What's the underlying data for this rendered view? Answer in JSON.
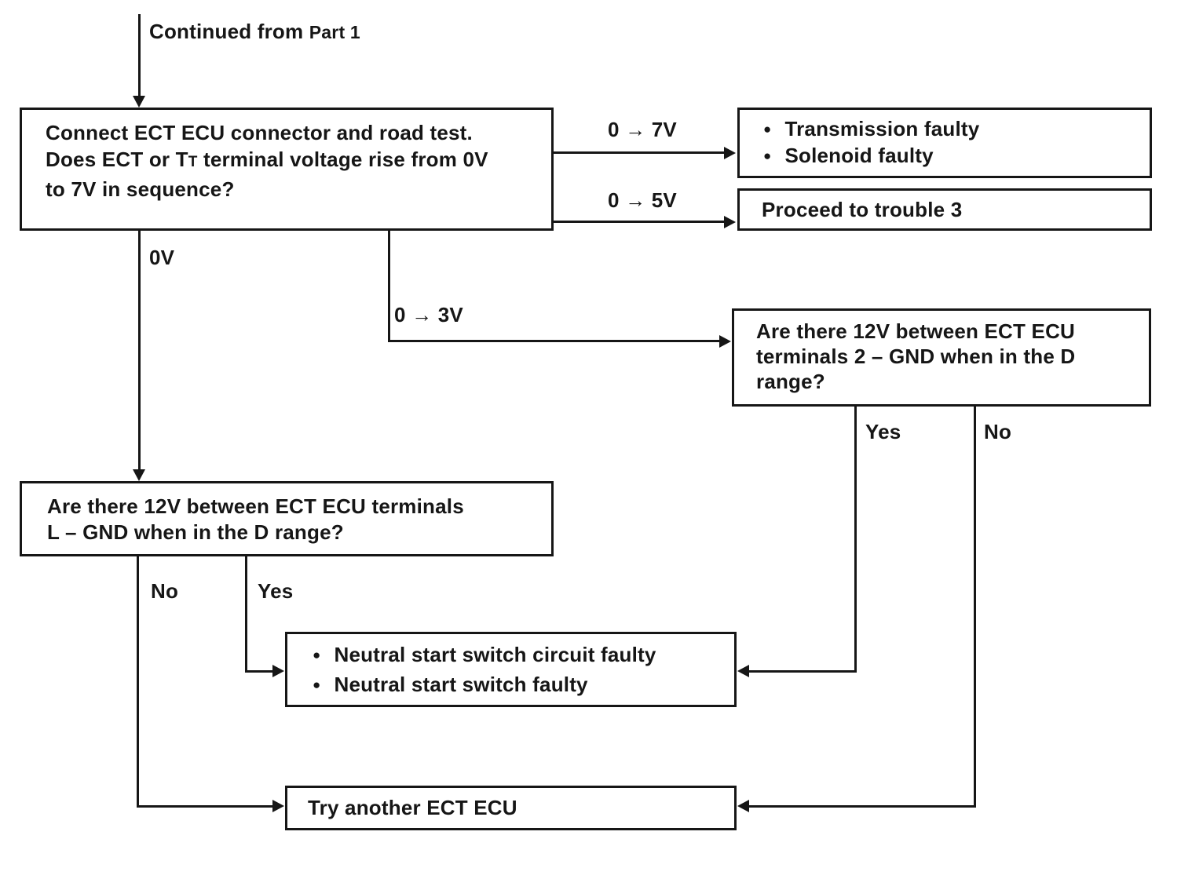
{
  "diagram": {
    "continued": {
      "pre": "Continued from ",
      "part": "Part 1"
    },
    "glyphs": {
      "bullet": "●"
    },
    "edge_labels": {
      "v7": "0 → 7V",
      "v5": "0 → 5V",
      "v0": "0V",
      "v3": "0 → 3V",
      "yes_right": "Yes",
      "no_right": "No",
      "no_left": "No",
      "yes_left": "Yes"
    },
    "nodes": {
      "connect_road_test": {
        "line1": "Connect ECT ECU connector and road test.",
        "line2_pre": "Does ECT or T",
        "line2_sub": "T",
        "line2_post": " terminal voltage rise from 0V",
        "line3": "to 7V in sequence?"
      },
      "transmission_faulty": {
        "items": [
          "Transmission faulty",
          "Solenoid faulty"
        ]
      },
      "proceed_trouble3": {
        "text": "Proceed to trouble 3"
      },
      "q_terminals_2_gnd": {
        "lines": [
          "Are there 12V between ECT ECU",
          "terminals 2 – GND when in the D",
          "range?"
        ]
      },
      "q_terminals_l_gnd": {
        "lines": [
          "Are there 12V between ECT ECU terminals",
          "L – GND when in the D range?"
        ]
      },
      "neutral_switch": {
        "items": [
          "Neutral start switch circuit faulty",
          "Neutral start switch faulty"
        ]
      },
      "try_another_ecu": {
        "text": "Try another ECT ECU"
      }
    }
  }
}
